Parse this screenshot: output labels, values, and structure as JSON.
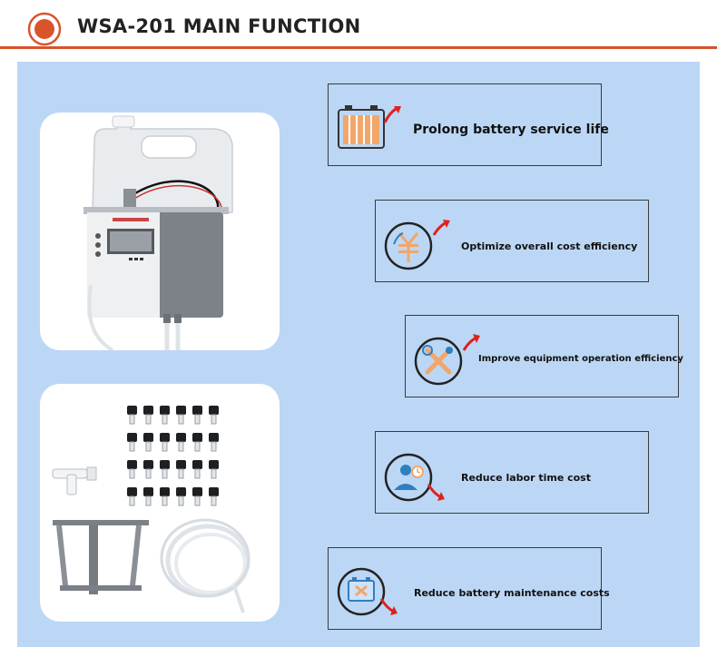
{
  "header": {
    "title": "WSA-201 MAIN FUNCTION"
  },
  "colors": {
    "accent": "#d9542b",
    "panel_bg": "#bcd7f5",
    "icon_orange": "#f2a66a",
    "icon_blue": "#2f7fc1",
    "arrow_red": "#e02020"
  },
  "images": {
    "device": "WSA-201 water dispenser device with tank",
    "accessories": "Accessory kit: drip nozzles, tee connector, mounting bracket, hose coil"
  },
  "features": [
    {
      "label": "Prolong battery service life",
      "icon": "battery-icon"
    },
    {
      "label": "Optimize overall cost efficiency",
      "icon": "yuan-icon"
    },
    {
      "label": "Improve equipment operation efficiency",
      "icon": "tools-icon"
    },
    {
      "label": "Reduce labor time cost",
      "icon": "worker-clock-icon"
    },
    {
      "label": "Reduce battery maintenance costs",
      "icon": "battery-x-icon"
    }
  ]
}
